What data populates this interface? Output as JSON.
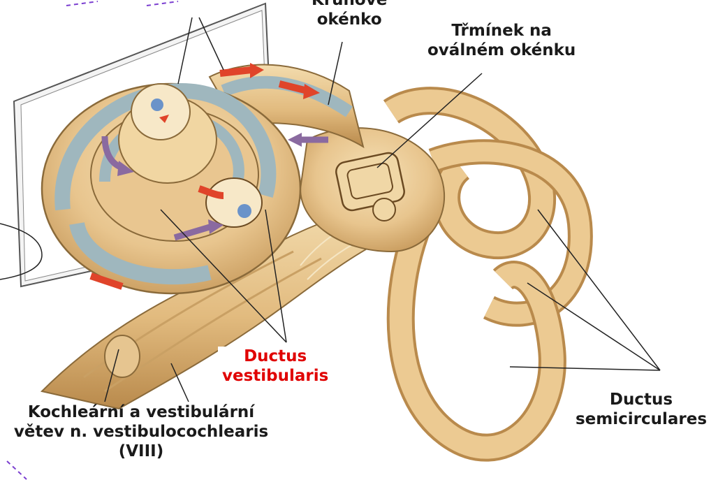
{
  "labels": {
    "okrouhle_okenko_line1": "Kruhové",
    "okrouhle_okenko_line2": "okénko",
    "trminek_line1": "Třmínek na",
    "trminek_line2": "oválném okénku",
    "ductus_vestibularis_line1": "Ductus",
    "ductus_vestibularis_line2": "vestibularis",
    "nerve_line1": "Kochleární a vestibulární",
    "nerve_line2": "větev n. vestibulocochlearis",
    "nerve_line3": "(VIII)",
    "ductus_semicirculares_line1": "Ductus",
    "ductus_semicirculares_line2": "semicirculares"
  },
  "colors": {
    "bone": "#e8c58e",
    "bone_dark": "#b98a4c",
    "duct_blue": "#9fb7be",
    "arrow_red": "#e0442a",
    "arrow_purple": "#8a6aa0",
    "label_red": "#e00000",
    "outline": "#6b4a22"
  }
}
